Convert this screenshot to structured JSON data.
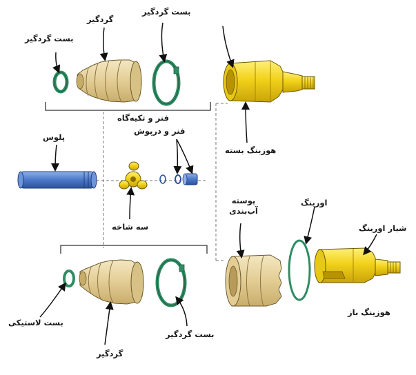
{
  "labels": {
    "boot_clamp_top_left": "بست گردگیر",
    "boot_top": "گردگیر",
    "boot_clamp_top_right": "بست گردگیر",
    "spring_and_seat": "فنر و تکیه‌گاه",
    "spring_and_cap": "فنر و درپوش",
    "shaft": "پلوس",
    "tripod": "سه شاخه",
    "closed_housing": "هوزینگ بسته",
    "seal_cover_line1": "پوسته",
    "seal_cover_line2": "آب‌بندی",
    "o_ring": "اورینگ",
    "o_ring_groove": "شیار اورینگ",
    "open_housing": "هوزینگ باز",
    "rubber_clamp": "بست لاستیکی",
    "boot_bottom": "گردگیر",
    "boot_clamp_bottom": "بست گردگیر"
  },
  "colors": {
    "housing_yellow": "#f2d21a",
    "boot_beige": "#e9d6a4",
    "clamp_green": "#2f8c63",
    "shaft_blue": "#4a78c8"
  }
}
